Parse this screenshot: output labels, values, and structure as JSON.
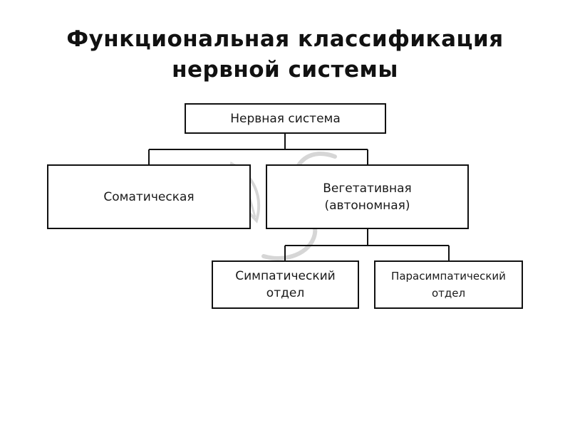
{
  "title": {
    "line1": "Функциональная классификация",
    "line2": "нервной системы"
  },
  "diagram": {
    "root": {
      "label": "Нервная система"
    },
    "somatic": {
      "label": "Соматическая"
    },
    "autonomic": {
      "line1": "Вегетативная",
      "line2": "(автономная)"
    },
    "sympathetic": {
      "line1": "Симпатический",
      "line2": "отдел"
    },
    "parasympathetic": {
      "line1": "Парасимпатический",
      "line2": "отдел"
    }
  },
  "colors": {
    "line": "#111111",
    "watermark": "#d6d6d6"
  }
}
